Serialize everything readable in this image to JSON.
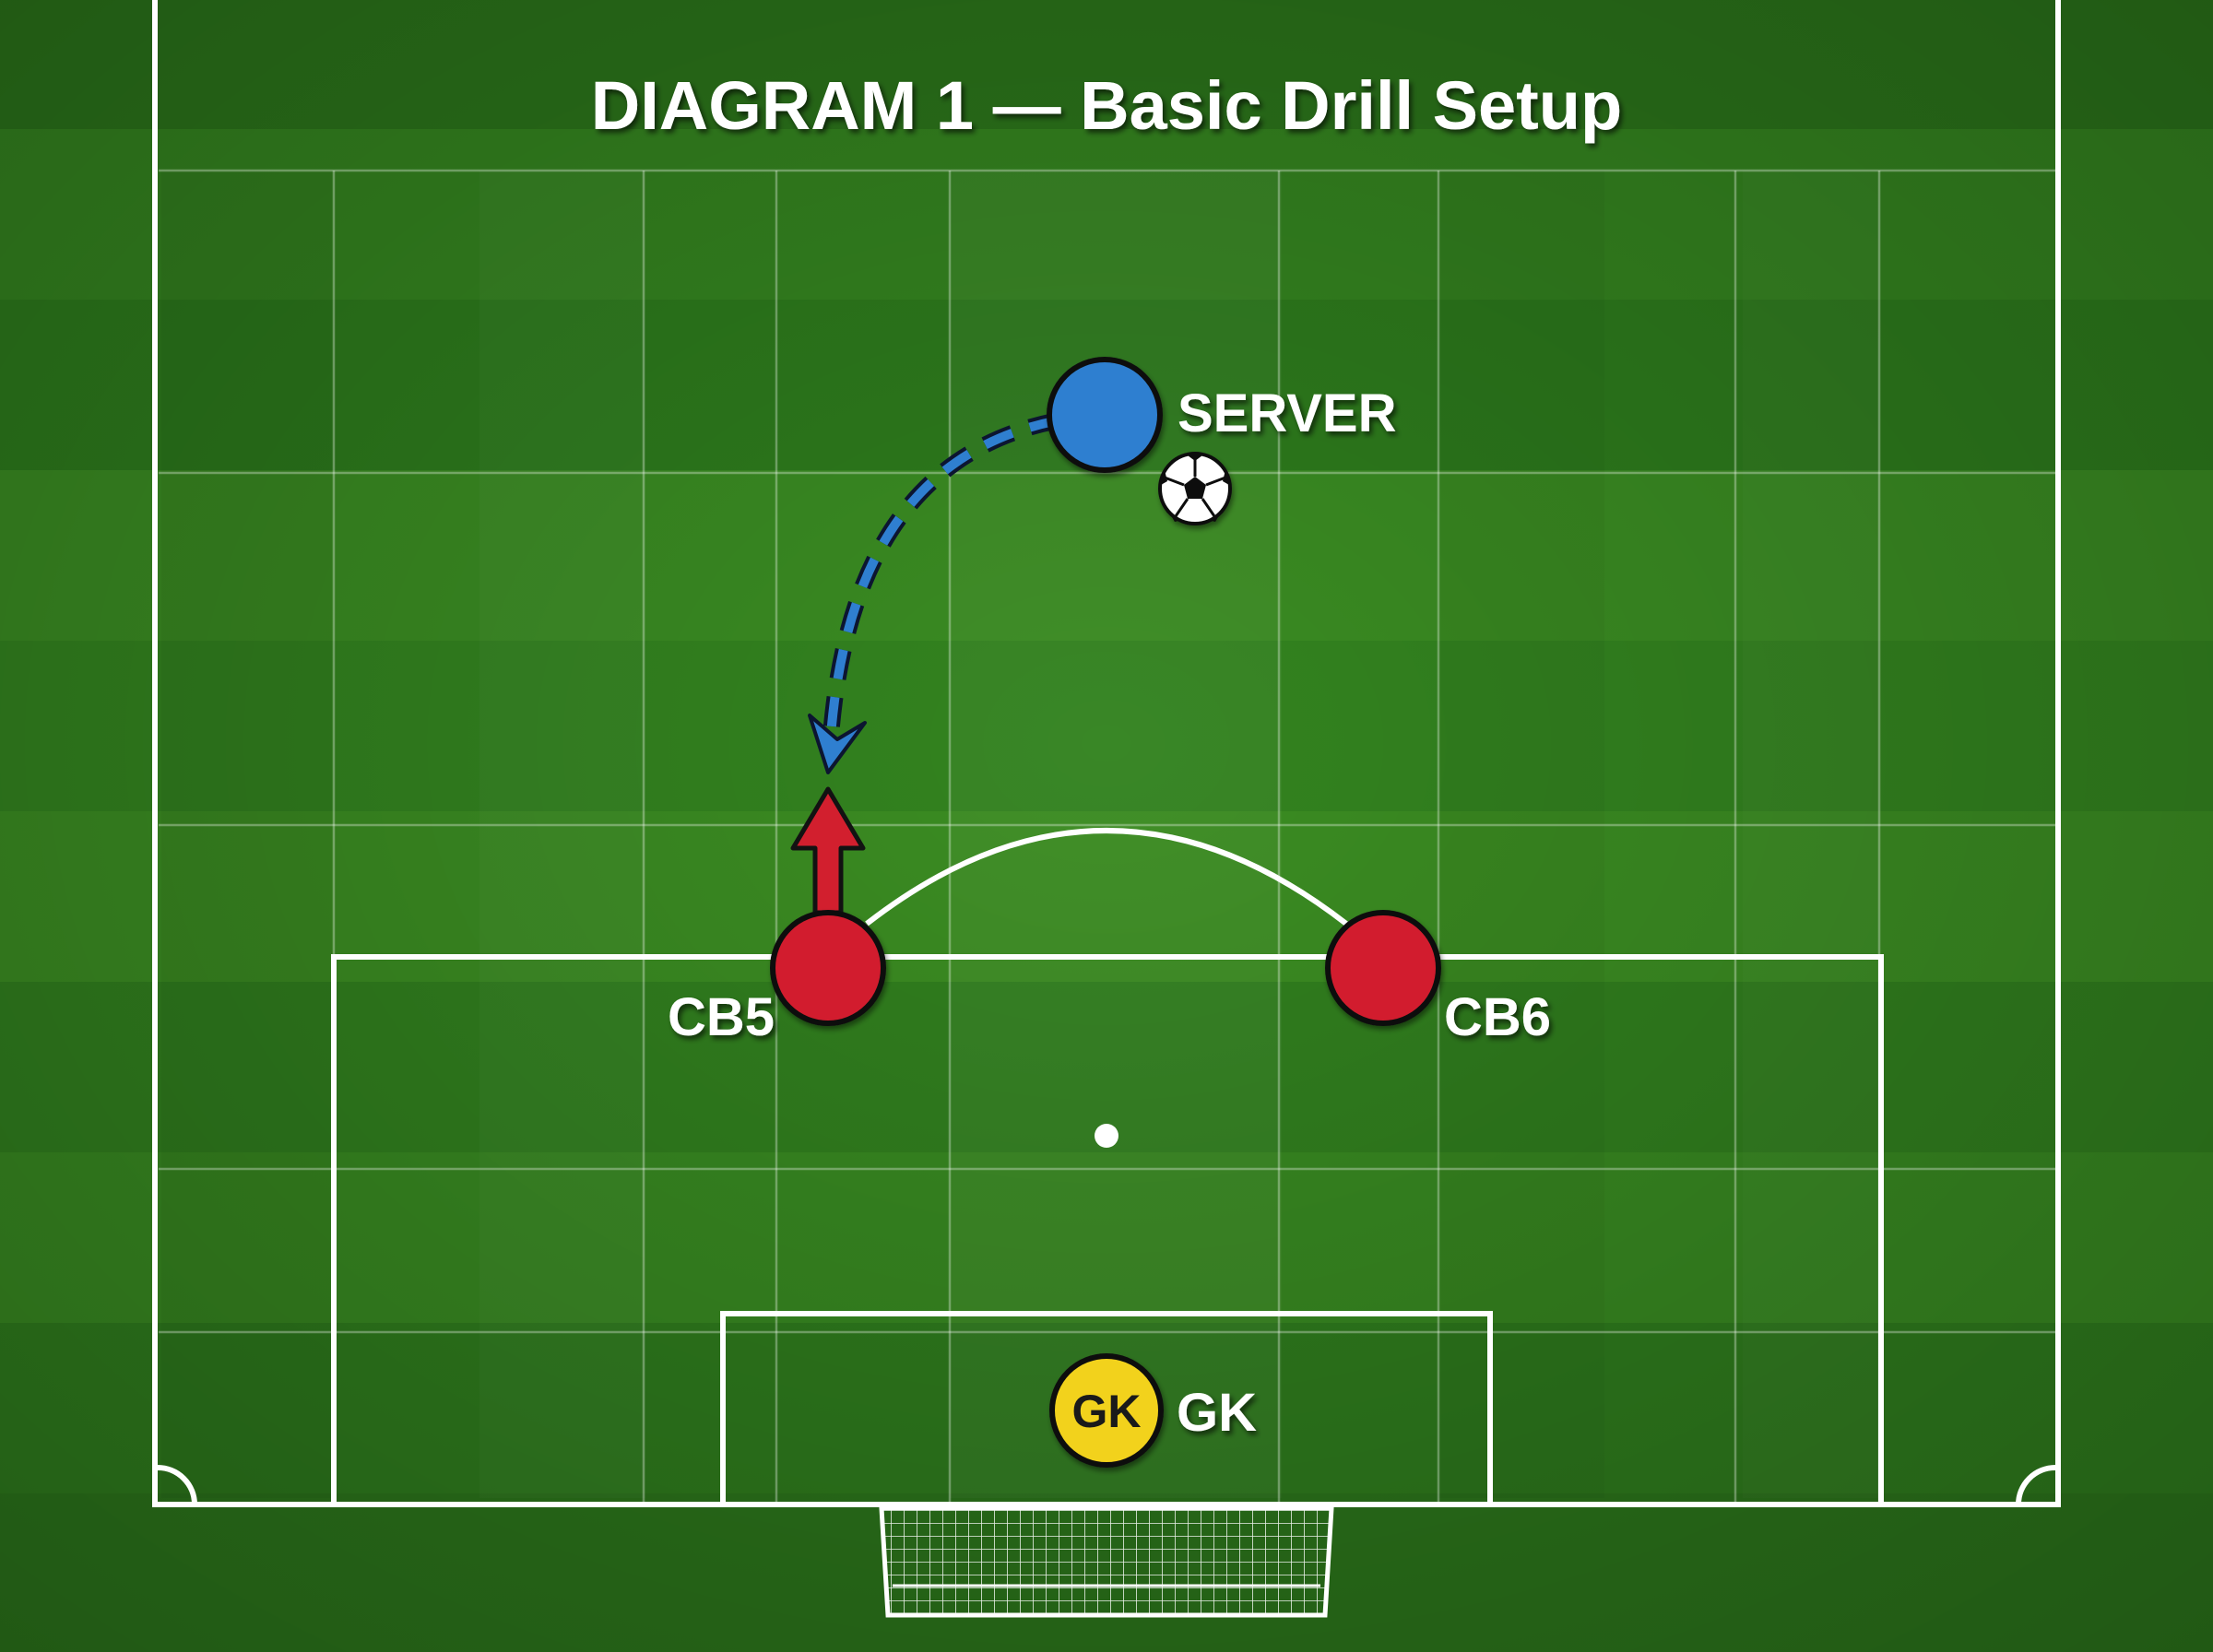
{
  "title": "DIAGRAM 1 — Basic Drill Setup",
  "colors": {
    "pitch_dark": "#2f7a1c",
    "pitch_light": "#3f8f24",
    "line": "#ffffff",
    "server": "#2f7fd0",
    "defender": "#d21f2e",
    "goalkeeper": "#f2d21a",
    "pass_arrow": "#2f7fd0",
    "run_arrow": "#d21f2e"
  },
  "players": {
    "server": {
      "label": "SERVER",
      "role": "server"
    },
    "cb5": {
      "label": "CB5",
      "role": "defender"
    },
    "cb6": {
      "label": "CB6",
      "role": "defender"
    },
    "gk": {
      "label": "GK",
      "token_text": "GK",
      "role": "goalkeeper"
    }
  },
  "icons": {
    "ball": "soccer-ball-icon",
    "pass": "dashed-pass-arrow",
    "run": "solid-run-arrow"
  }
}
